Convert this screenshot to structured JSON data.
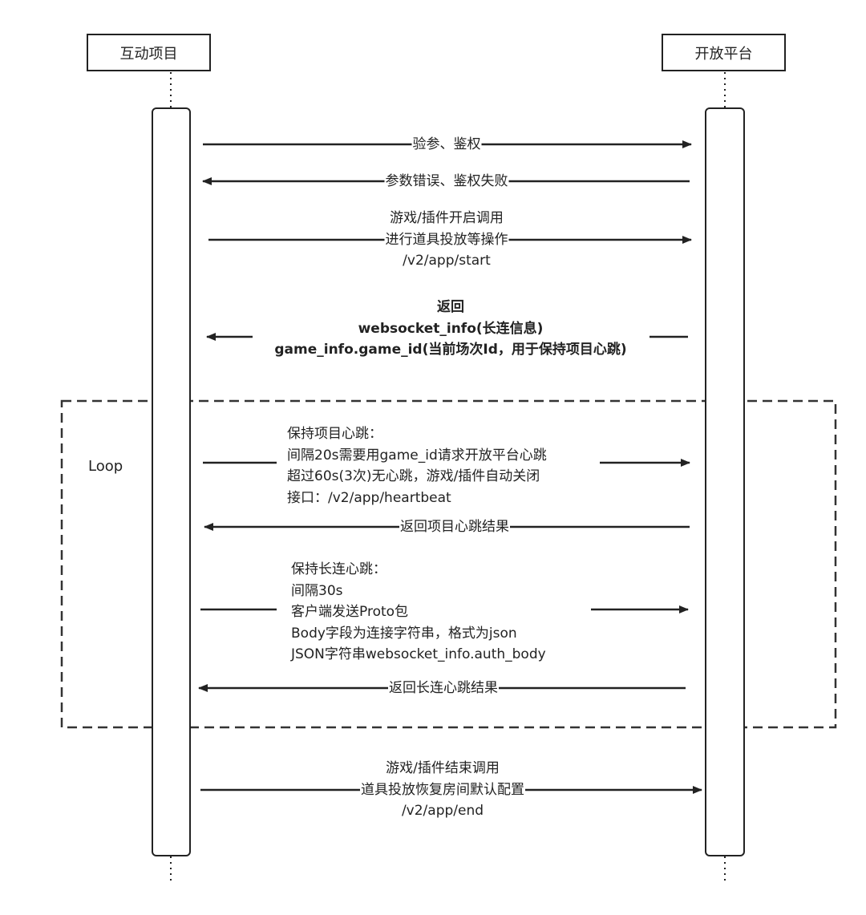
{
  "participants": {
    "left": "互动项目",
    "right": "开放平台"
  },
  "loop_label": "Loop",
  "messages": [
    {
      "direction": "right",
      "lines": [
        "验参、鉴权"
      ]
    },
    {
      "direction": "left",
      "lines": [
        "参数错误、鉴权失败"
      ]
    },
    {
      "direction": "right",
      "lines": [
        "游戏/插件开启调用",
        "进行道具投放等操作",
        "/v2/app/start"
      ]
    },
    {
      "direction": "left",
      "lines": [
        "返回",
        "websocket_info(长连信息)",
        "game_info.game_id(当前场次Id，用于保持项目心跳)"
      ]
    },
    {
      "direction": "right",
      "lines": [
        "保持项目心跳：",
        "间隔20s需要用game_id请求开放平台心跳",
        "超过60s(3次)无心跳，游戏/插件自动关闭",
        "接口：/v2/app/heartbeat"
      ]
    },
    {
      "direction": "left",
      "lines": [
        "返回项目心跳结果"
      ]
    },
    {
      "direction": "right",
      "lines": [
        "保持长连心跳：",
        "间隔30s",
        "客户端发送Proto包",
        "Body字段为连接字符串，格式为json",
        "JSON字符串websocket_info.auth_body"
      ]
    },
    {
      "direction": "left",
      "lines": [
        "返回长连心跳结果"
      ]
    },
    {
      "direction": "right",
      "lines": [
        "游戏/插件结束调用",
        "道具投放恢复房间默认配置",
        "/v2/app/end"
      ]
    }
  ]
}
